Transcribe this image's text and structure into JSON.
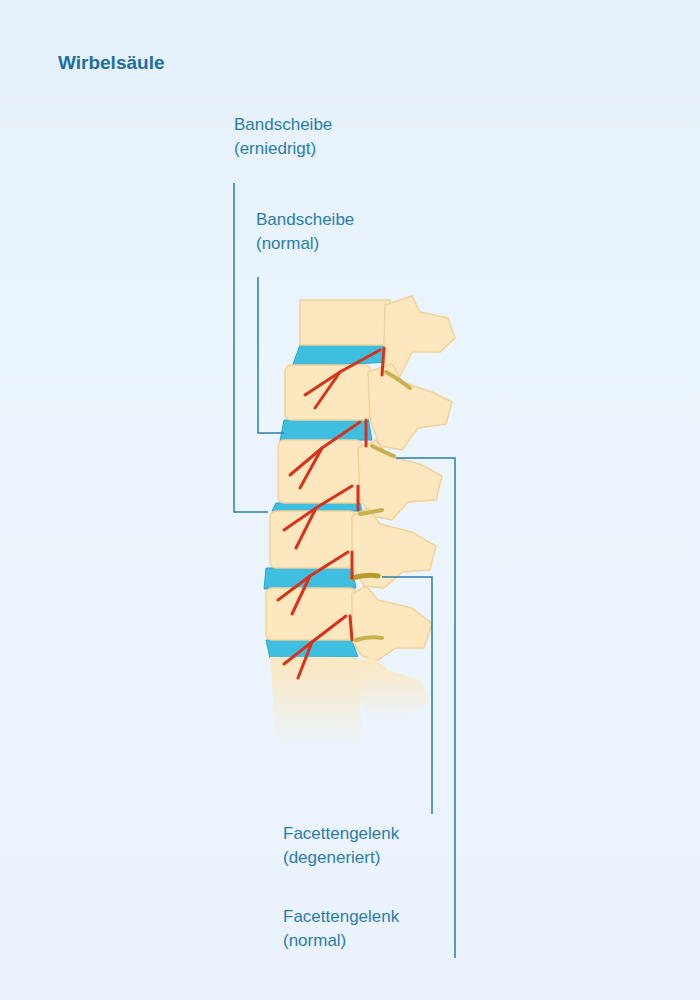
{
  "diagram": {
    "title": "Wirbelsäule",
    "labels": [
      "Bandscheibe (erniedrigt)",
      "Bandscheibe (normal)",
      "Facettengelenk (degeneriert)",
      "Facettengelenk (normal)"
    ]
  }
}
